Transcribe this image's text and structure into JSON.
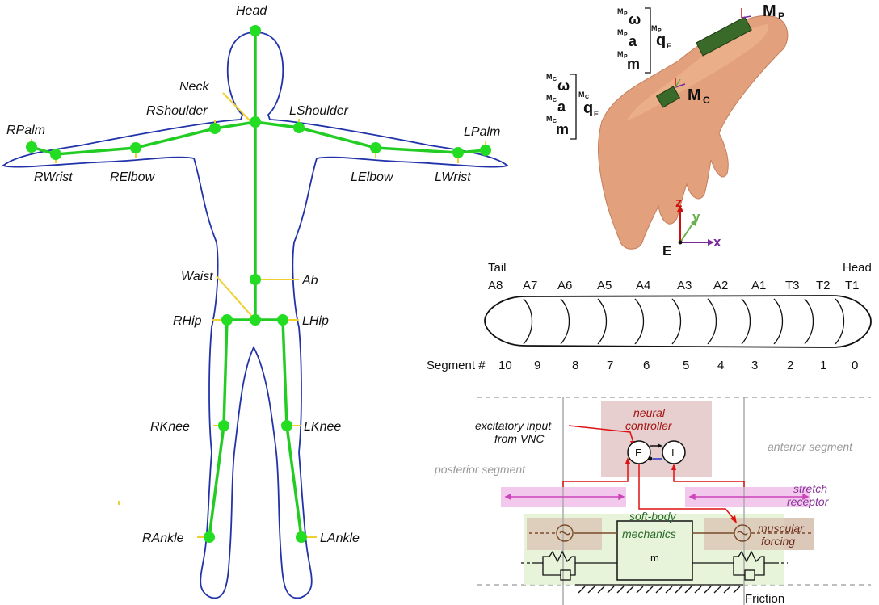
{
  "body_model": {
    "joints": {
      "head": "Head",
      "neck": "Neck",
      "r_shoulder": "RShoulder",
      "l_shoulder": "LShoulder",
      "r_palm": "RPalm",
      "l_palm": "LPalm",
      "r_wrist": "RWrist",
      "r_elbow": "RElbow",
      "l_elbow": "LElbow",
      "l_wrist": "LWrist",
      "waist": "Waist",
      "ab": "Ab",
      "r_hip": "RHip",
      "l_hip": "LHip",
      "r_knee": "RKnee",
      "l_knee": "LKnee",
      "r_ankle": "RAnkle",
      "l_ankle": "LAnkle"
    },
    "colors": {
      "outline": "#2233aa",
      "skeleton": "#22cc22",
      "joint": "#22dd22",
      "leader": "#f0d030"
    }
  },
  "hand_model": {
    "sensor_p": "M",
    "sensor_p_sub": "P",
    "sensor_c": "M",
    "sensor_c_sub": "C",
    "vars_sup_p": "M",
    "vars_sup_p_sub": "P",
    "vars_sup_c": "M",
    "vars_sup_c_sub": "C",
    "omega": "ω",
    "accel": "a",
    "mag": "m",
    "quat": "q",
    "quat_sub": "E",
    "axis_x": "x",
    "axis_y": "y",
    "axis_z": "z",
    "origin": "E",
    "colors": {
      "x": "#7a2a9a",
      "y": "#6ab04c",
      "z": "#cc1111",
      "sensor": "#3a6a2a"
    }
  },
  "larva": {
    "tail_label": "Tail",
    "head_label": "Head",
    "segments": [
      "A8",
      "A7",
      "A6",
      "A5",
      "A4",
      "A3",
      "A2",
      "A1",
      "T3",
      "T2",
      "T1"
    ],
    "segment_numbers_label": "Segment #",
    "segment_numbers": [
      "10",
      "9",
      "8",
      "7",
      "6",
      "5",
      "4",
      "3",
      "2",
      "1",
      "0"
    ]
  },
  "circuit": {
    "neural_controller_line1": "neural",
    "neural_controller_line2": "controller",
    "input_line1": "excitatory input",
    "input_line2": "from VNC",
    "neuron_e": "E",
    "neuron_i": "I",
    "anterior": "anterior segment",
    "posterior": "posterior segment",
    "stretch_line1": "stretch",
    "stretch_line2": "receptor",
    "soft_body_line1": "soft-body",
    "soft_body_line2": "mechanics",
    "mass": "m",
    "muscular_line1": "muscular",
    "muscular_line2": "forcing",
    "friction": "Friction",
    "colors": {
      "neural_box": "#e8cfcf",
      "stretch_box": "#f2c8ec",
      "muscle_box": "#dcc8b8",
      "soft_body_box": "#e4f2d4",
      "signal": "#dd1111",
      "inhibit": "#2233cc"
    }
  }
}
